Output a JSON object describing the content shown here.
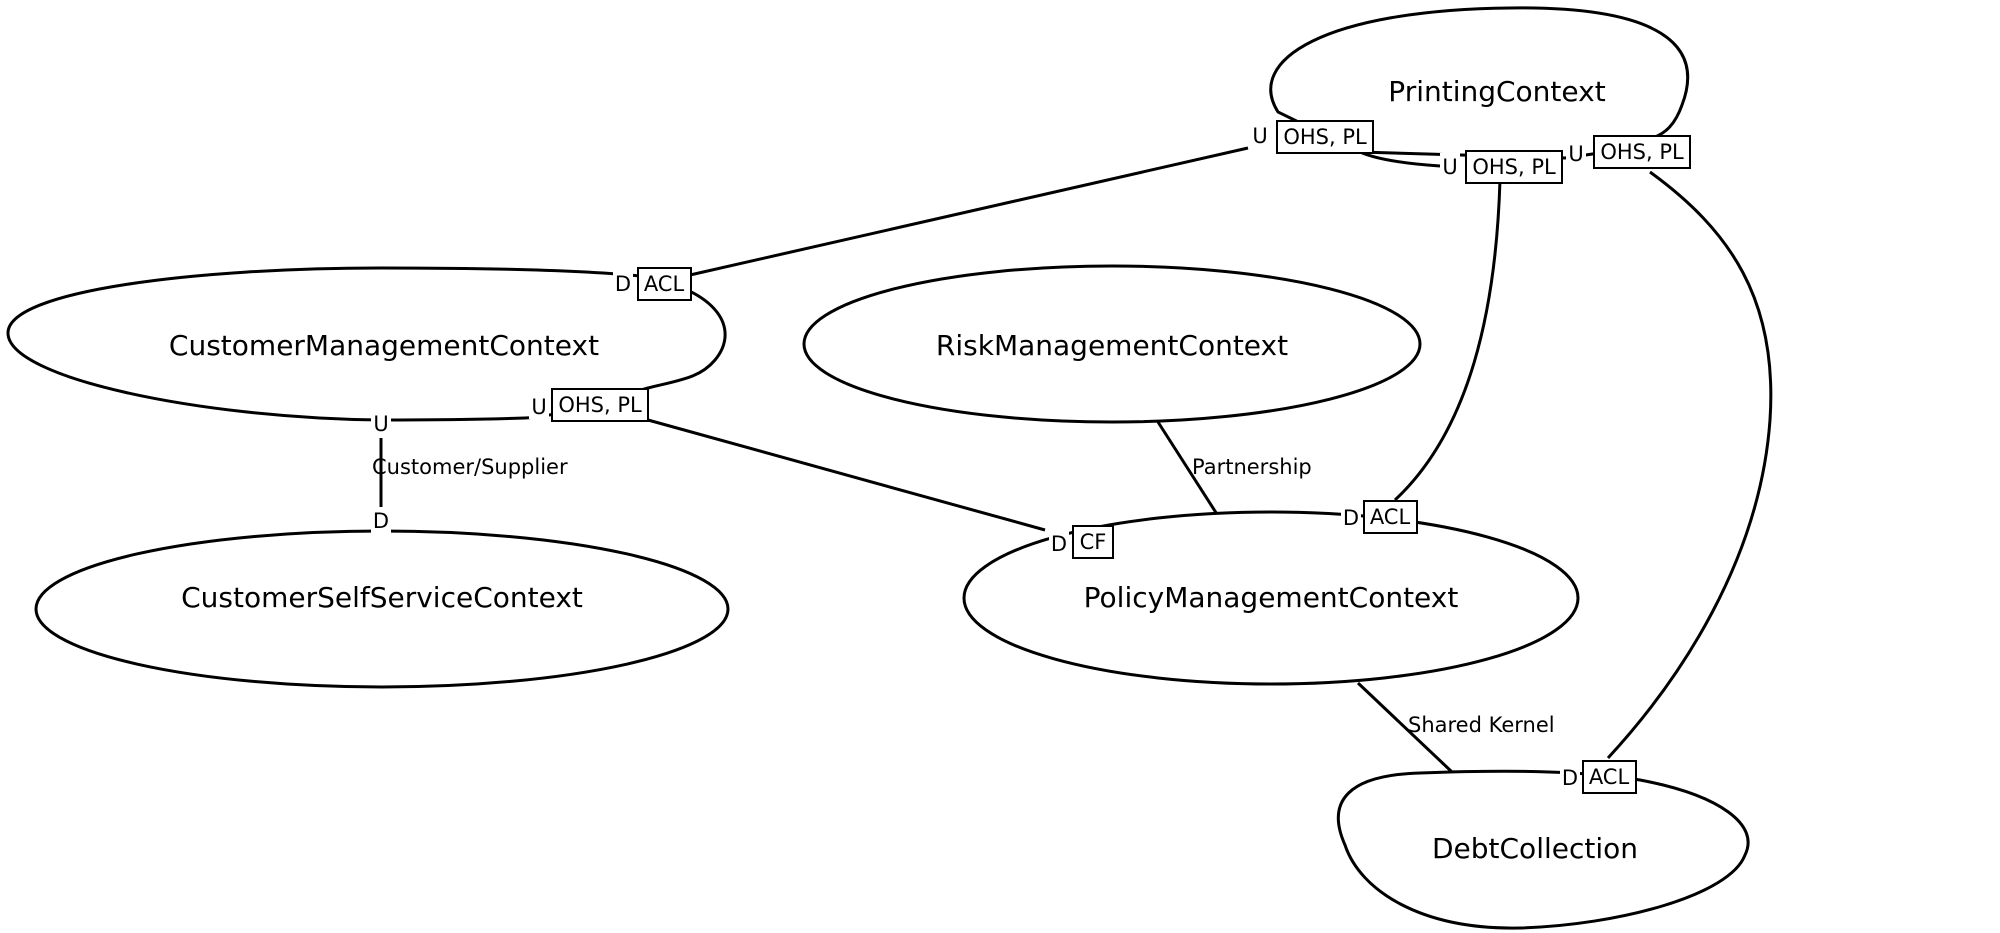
{
  "contexts": {
    "printing": "PrintingContext",
    "customer_management": "CustomerManagementContext",
    "risk_management": "RiskManagementContext",
    "customer_self_service": "CustomerSelfServiceContext",
    "policy_management": "PolicyManagementContext",
    "debt_collection": "DebtCollection"
  },
  "relationships": {
    "customer_supplier": "Customer/Supplier",
    "partnership": "Partnership",
    "shared_kernel": "Shared Kernel"
  },
  "roles": {
    "upstream": "U",
    "downstream": "D"
  },
  "patterns": {
    "ohs_pl": "OHS, PL",
    "acl": "ACL",
    "cf": "CF"
  },
  "colors": {
    "stroke": "#000000",
    "background": "#ffffff"
  }
}
